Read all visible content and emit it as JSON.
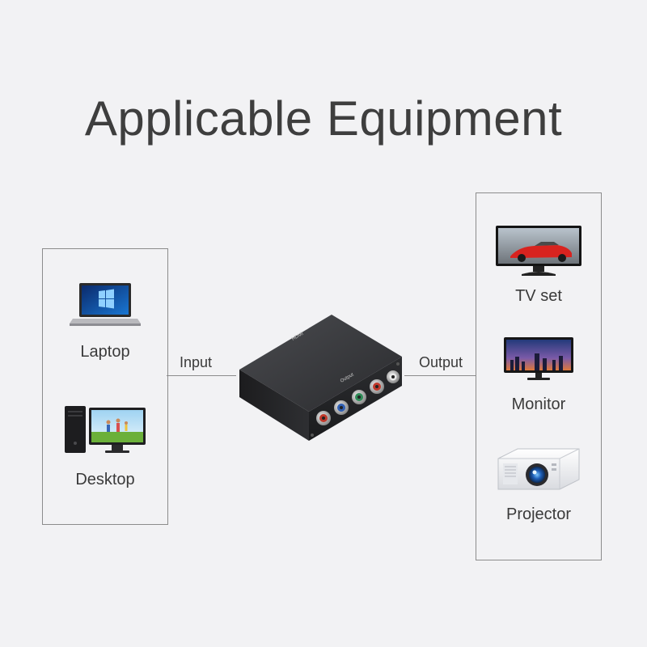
{
  "title": "Applicable Equipment",
  "input": {
    "label": "Input",
    "devices": [
      {
        "name": "Laptop",
        "icon": "laptop-icon"
      },
      {
        "name": "Desktop",
        "icon": "desktop-icon"
      }
    ]
  },
  "output": {
    "label": "Output",
    "devices": [
      {
        "name": "TV set",
        "icon": "tv-icon"
      },
      {
        "name": "Monitor",
        "icon": "monitor-icon"
      },
      {
        "name": "Projector",
        "icon": "projector-icon"
      }
    ]
  },
  "adapter": {
    "port_label_top": "HDMI",
    "port_label_front": "Output"
  },
  "colors": {
    "background": "#f2f2f4",
    "border": "#8c8c8c",
    "text": "#3a3a3a",
    "jack_red": "#c0392b",
    "jack_green": "#2e8b57",
    "jack_blue": "#2f5fb3"
  }
}
